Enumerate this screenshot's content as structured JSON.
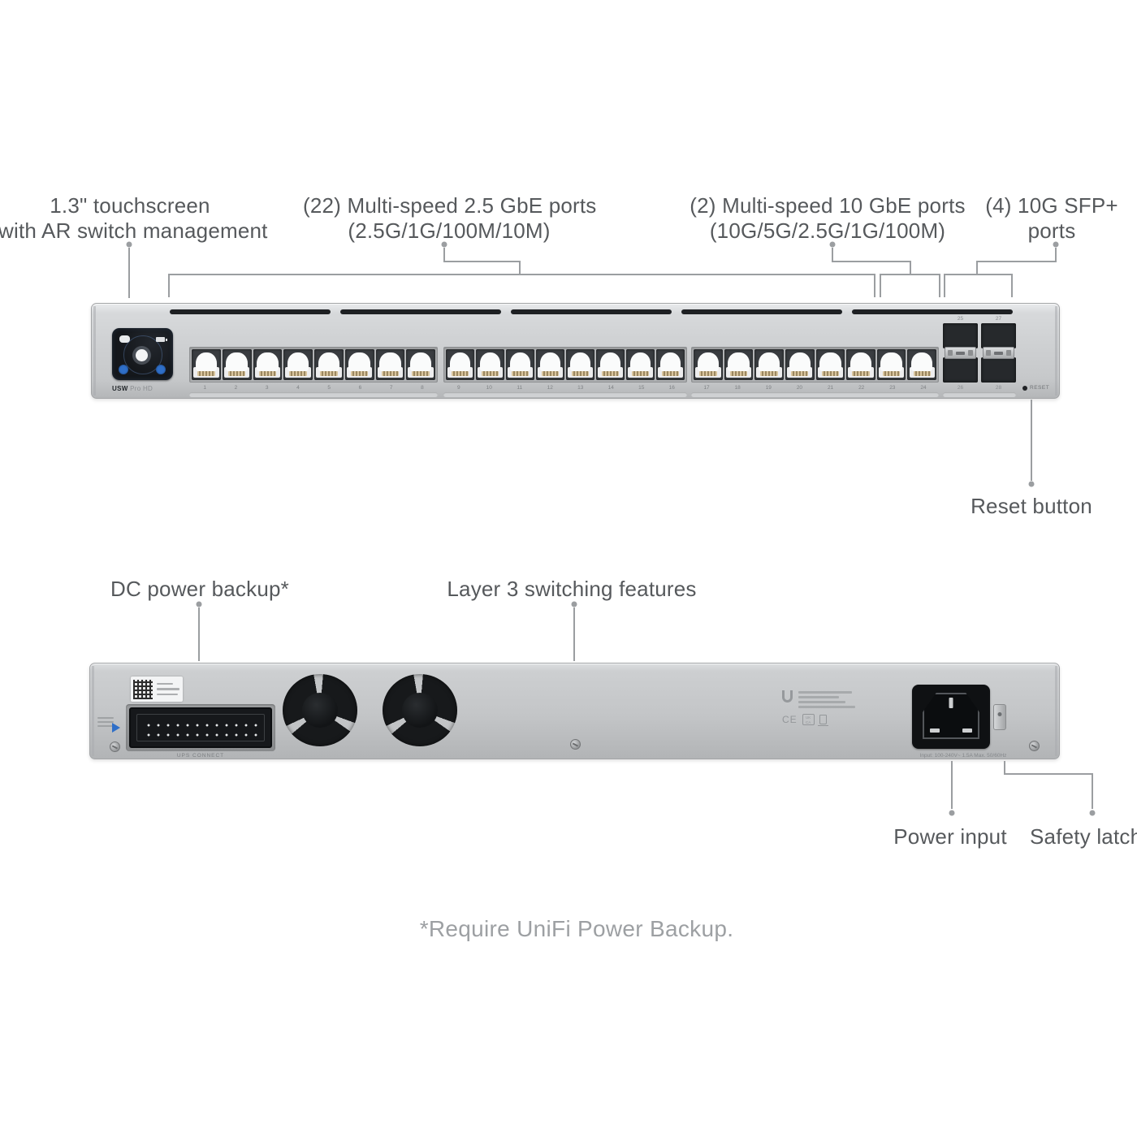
{
  "annotations": {
    "touchscreen": {
      "line1": "1.3\" touchscreen",
      "line2": "with AR switch management"
    },
    "multispeed_25g": {
      "line1": "(22) Multi-speed 2.5 GbE ports",
      "line2": "(2.5G/1G/100M/10M)"
    },
    "multispeed_10g": {
      "line1": "(2) Multi-speed 10 GbE ports",
      "line2": "(10G/5G/2.5G/1G/100M)"
    },
    "sfp_ports": {
      "line1": "(4) 10G SFP+",
      "line2": "ports"
    },
    "reset_button": "Reset button",
    "dc_power_backup": "DC power backup*",
    "layer3": "Layer 3 switching features",
    "power_input": "Power input",
    "safety_latch": "Safety latch",
    "footnote": "*Require UniFi Power Backup."
  },
  "front_panel": {
    "model_brand": "USW",
    "model_name": "Pro HD",
    "reset_silkscreen": "RESET",
    "rj45_port_numbers": [
      "1",
      "2",
      "3",
      "4",
      "5",
      "6",
      "7",
      "8",
      "9",
      "10",
      "11",
      "12",
      "13",
      "14",
      "15",
      "16",
      "17",
      "18",
      "19",
      "20",
      "21",
      "22",
      "23",
      "24"
    ],
    "sfp_port_numbers_top": [
      "25",
      "27"
    ],
    "sfp_port_numbers_bottom": [
      "26",
      "28"
    ]
  },
  "back_panel": {
    "ups_connect_label": "UPS CONNECT",
    "power_rating": "Input: 100-240V~ 1.5A Max. 50/60Hz",
    "regulatory_marks": [
      "CE",
      "UKCA",
      "WEEE"
    ],
    "ukca_text": "UK CA"
  },
  "colors": {
    "label_text": "#56595c",
    "callout_line": "#9b9ea1",
    "footnote_text": "#9da0a3",
    "chassis_light": "#d6d8da",
    "chassis_dark": "#c3c5c7",
    "screen_accent_blue": "#2f6fc8",
    "vent_dark": "#1e2023"
  }
}
